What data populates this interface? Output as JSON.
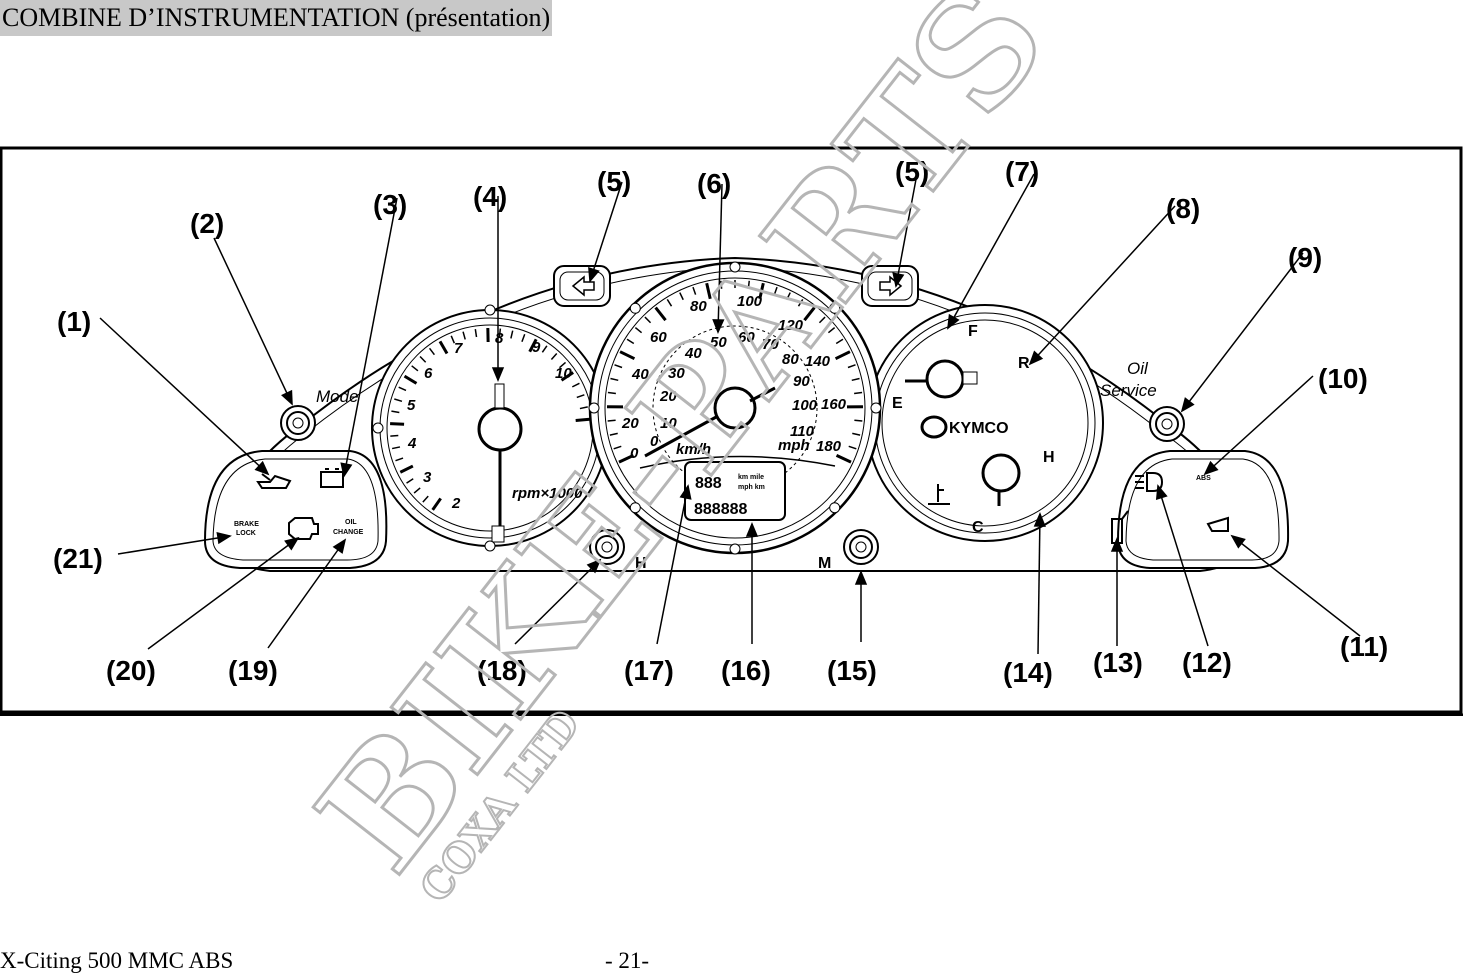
{
  "header": {
    "title": "COMBINE D’INSTRUMENTATION (présentation)"
  },
  "figure": {
    "callouts": [
      "(1)",
      "(2)",
      "(3)",
      "(4)",
      "(5)",
      "(5)",
      "(6)",
      "(7)",
      "(8)",
      "(9)",
      "(10)",
      "(11)",
      "(12)",
      "(13)",
      "(14)",
      "(15)",
      "(16)",
      "(17)",
      "(18)",
      "(19)",
      "(20)",
      "(21)"
    ],
    "tachometer": {
      "numbers": [
        "2",
        "3",
        "4",
        "5",
        "6",
        "7",
        "8",
        "9",
        "10"
      ],
      "unit": "rpm×1000"
    },
    "speedometer": {
      "outer_numbers": [
        "0",
        "20",
        "40",
        "60",
        "80",
        "100",
        "120",
        "140",
        "160",
        "180"
      ],
      "inner_numbers": [
        "0",
        "10",
        "20",
        "30",
        "40",
        "50",
        "60",
        "70",
        "80",
        "90",
        "100",
        "110"
      ],
      "unit_kmh": "km/h",
      "unit_mph": "mph",
      "lcd_top": "888",
      "lcd_bottom": "888888",
      "lcd_units": [
        "km mile",
        "mph km"
      ]
    },
    "fuel_gauge": {
      "full": "F",
      "empty": "E",
      "brand": "KYMCO"
    },
    "temp_gauge": {
      "hot": "H",
      "cold": "C"
    },
    "labels": {
      "mode": "Mode",
      "oil_line1": "Oil",
      "oil_line2": "Service",
      "button_h": "H",
      "button_m": "M",
      "brake_lock": [
        "BRAKE",
        "LOCK"
      ],
      "oil_change": [
        "OIL",
        "CHANGE"
      ],
      "abs": "ABS"
    }
  },
  "watermark": {
    "main": "BIKE-PARTS",
    "sub": "COXA LTD"
  },
  "footer": {
    "model": "X-Citing 500 MMC ABS",
    "page": "- 21-"
  }
}
